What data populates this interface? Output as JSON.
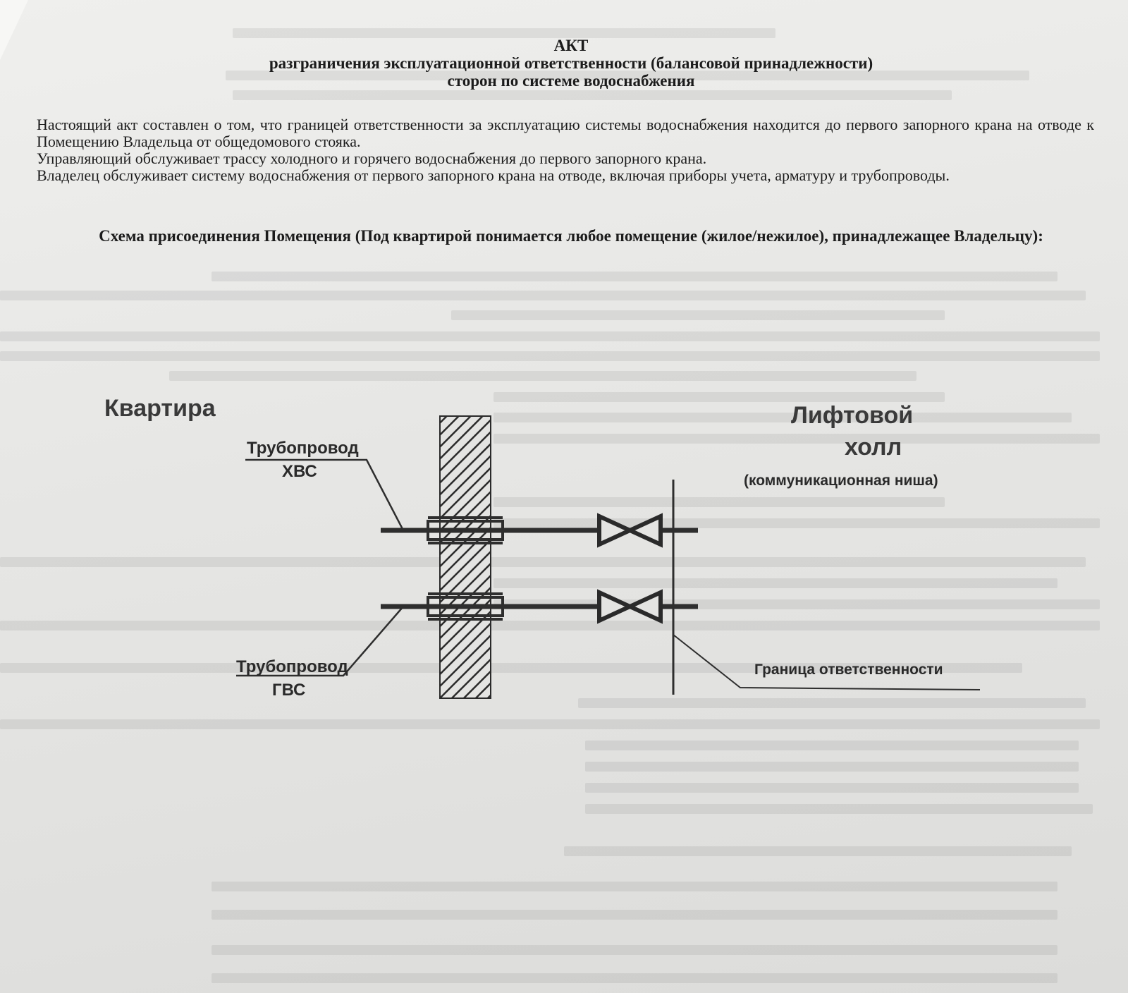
{
  "header": {
    "line1": "АКТ",
    "line2": "разграничения эксплуатационной ответственности (балансовой принадлежности)",
    "line3": "сторон по системе водоснабжения"
  },
  "body": {
    "p1": "Настоящий акт составлен о том, что границей ответственности за эксплуатацию системы водоснабжения находится до первого запорного крана на отводе к Помещению Владельца от общедомового стояка.",
    "p2": "Управляющий обслуживает трассу холодного и горячего водоснабжения до первого запорного крана.",
    "p3": "Владелец обслуживает систему водоснабжения от первого запорного крана на отводе, включая приборы учета, арматуру и трубопроводы."
  },
  "scheme": {
    "title": "Схема присоединения Помещения (Под квартирой понимается любое помещение (жилое/нежилое), принадлежащее Владельцу):"
  },
  "diagram": {
    "apartment_label": "Квартира",
    "hall_label_1": "Лифтовой",
    "hall_label_2": "холл",
    "hall_sublabel": "(коммуникационная ниша)",
    "cold_pipe_1": "Трубопровод",
    "cold_pipe_2": "ХВС",
    "hot_pipe_1": "Трубопровод",
    "hot_pipe_2": "ГВС",
    "boundary_label": "Граница ответственности"
  }
}
